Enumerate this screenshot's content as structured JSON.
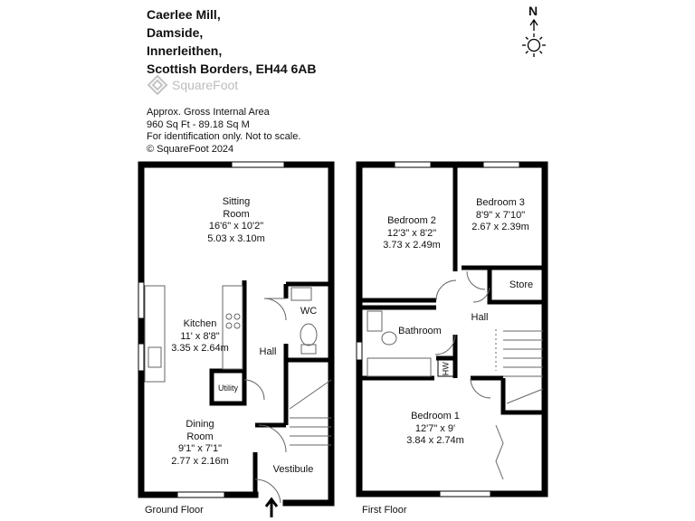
{
  "address": {
    "line1": "Caerlee Mill,",
    "line2": "Damside,",
    "line3": "Innerleithen,",
    "line4": "Scottish Borders, EH44 6AB"
  },
  "brand": {
    "logo_text": "SquareFoot",
    "logo_color": "#bdbdbd"
  },
  "info": {
    "line1": "Approx. Gross Internal Area",
    "line2": "960 Sq Ft  -  89.18 Sq M",
    "line3": "For identification only. Not to scale.",
    "line4": "© SquareFoot 2024"
  },
  "compass": {
    "letter": "N",
    "icon": "compass-rose-icon"
  },
  "ground_floor": {
    "label": "Ground Floor",
    "rooms": {
      "sitting": {
        "name1": "Sitting",
        "name2": "Room",
        "imperial": "16'6\" x 10'2\"",
        "metric": "5.03 x 3.10m"
      },
      "kitchen": {
        "name": "Kitchen",
        "imperial": "11' x 8'8\"",
        "metric": "3.35 x 2.64m"
      },
      "wc": {
        "name": "WC"
      },
      "hall": {
        "name": "Hall"
      },
      "utility": {
        "name": "Utility"
      },
      "dining": {
        "name1": "Dining",
        "name2": "Room",
        "imperial": "9'1\" x 7'1\"",
        "metric": "2.77 x 2.16m"
      },
      "vestibule": {
        "name": "Vestibule"
      }
    }
  },
  "first_floor": {
    "label": "First Floor",
    "rooms": {
      "bedroom2": {
        "name": "Bedroom 2",
        "imperial": "12'3\" x 8'2\"",
        "metric": "3.73 x 2.49m"
      },
      "bedroom3": {
        "name": "Bedroom 3",
        "imperial": "8'9\" x 7'10\"",
        "metric": "2.67 x 2.39m"
      },
      "store": {
        "name": "Store"
      },
      "hall": {
        "name": "Hall"
      },
      "bathroom": {
        "name": "Bathroom"
      },
      "hw": {
        "name": "HW"
      },
      "bedroom1": {
        "name": "Bedroom 1",
        "imperial": "12'7\" x 9'",
        "metric": "3.84 x 2.74m"
      }
    }
  },
  "colors": {
    "wall": "#000000",
    "line": "#555555",
    "text": "#111111"
  }
}
